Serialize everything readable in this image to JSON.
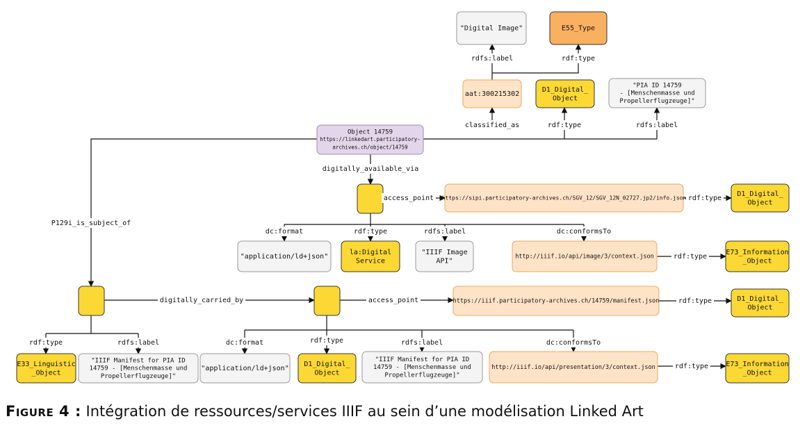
{
  "colors": {
    "yellow": "#fcd835",
    "yellow_stroke": "#333333",
    "peach": "#ffe3c7",
    "peach_stroke": "#e8a860",
    "orange": "#f9b060",
    "purple": "#e4d6ea",
    "purple_stroke": "#a08ab0",
    "literal": "#f4f4f4",
    "literal_stroke": "#999999",
    "line": "#111111"
  },
  "nodes": {
    "digital_image": {
      "lines": [
        "\"Digital Image\""
      ]
    },
    "e55_type": {
      "lines": [
        "E55_Type"
      ]
    },
    "aat": {
      "lines": [
        "aat:300215302"
      ]
    },
    "d1_top": {
      "lines": [
        "D1_Digital_",
        "Object"
      ]
    },
    "pia_label": {
      "lines": [
        "\"PIA ID 14759",
        "- [Menschenmasse und",
        "Propellerflugzeuge]\""
      ]
    },
    "object": {
      "lines": [
        "Object 14759",
        "https://linkedart.participatory-",
        "archives.ch/object/14759"
      ]
    },
    "service_node": {
      "lines": []
    },
    "sipi_url": {
      "lines": [
        "https://sipi.participatory-archives.ch/SGV_12/SGV_12N_02727.jp2/info.json"
      ]
    },
    "d1_right1": {
      "lines": [
        "D1_Digital_",
        "Object"
      ]
    },
    "fmt1": {
      "lines": [
        "\"application/ld+json\""
      ]
    },
    "la_service": {
      "lines": [
        "la:Digital",
        "Service"
      ]
    },
    "iiif_api": {
      "lines": [
        "\"IIIF Image",
        "API\""
      ]
    },
    "ctx_image": {
      "lines": [
        "http://iiif.io/api/image/3/context.json"
      ]
    },
    "e73_1": {
      "lines": [
        "E73_Information",
        "_Object"
      ]
    },
    "left_node": {
      "lines": []
    },
    "mid_node": {
      "lines": []
    },
    "manifest_url": {
      "lines": [
        "https://iiif.participatory-archives.ch/14759/manifest.json"
      ]
    },
    "d1_right2": {
      "lines": [
        "D1_Digital_",
        "Object"
      ]
    },
    "e33": {
      "lines": [
        "E33_Linguistic",
        "_Object"
      ]
    },
    "manifest_label": {
      "lines": [
        "\"IIIF Manifest for PIA ID",
        "14759 - [Menschenmasse und",
        "Propellerflugzeuge]\""
      ]
    },
    "fmt2": {
      "lines": [
        "\"application/ld+json\""
      ]
    },
    "d1_bottom": {
      "lines": [
        "D1_Digital_",
        "Object"
      ]
    },
    "pres_label": {
      "lines": [
        "\"IIIF Manifest for PIA ID",
        "14759 - [Menschenmasse und",
        "Propellerflugzeuge]\""
      ]
    },
    "ctx_pres": {
      "lines": [
        "http://iiif.io/api/presentation/3/context.json"
      ]
    },
    "e73_2": {
      "lines": [
        "E73_Information",
        "_Object"
      ]
    }
  },
  "edges": {
    "rdfs_label_top": "rdfs:label",
    "rdf_type_top": "rdf:type",
    "classified_as": "classified_as",
    "rdf_type_obj": "rdf:type",
    "rdfs_label_obj": "rdfs:label",
    "digitally_available_via": "digitally_available_via",
    "p129i": "P129i_is_subject_of",
    "access_point_1": "access_point",
    "rdf_type_sipi": "rdf:type",
    "dc_format_1": "dc:format",
    "rdf_type_svc": "rdf:type",
    "rdfs_label_svc": "rdfs:label",
    "dc_conforms_1": "dc:conformsTo",
    "rdf_type_ctx1": "rdf:type",
    "digitally_carried_by": "digitally_carried_by",
    "access_point_2": "access_point",
    "rdf_type_man": "rdf:type",
    "rdf_type_left": "rdf:type",
    "rdfs_label_left": "rdfs:label",
    "dc_format_2": "dc:format",
    "rdf_type_mid": "rdf:type",
    "rdfs_label_mid": "rdfs:label",
    "dc_conforms_2": "dc:conformsTo",
    "rdf_type_ctx2": "rdf:type"
  },
  "caption": {
    "label": "Figure 4 :",
    "text": " Intégration de ressources/services IIIF au sein d’une modélisation Linked Art"
  }
}
